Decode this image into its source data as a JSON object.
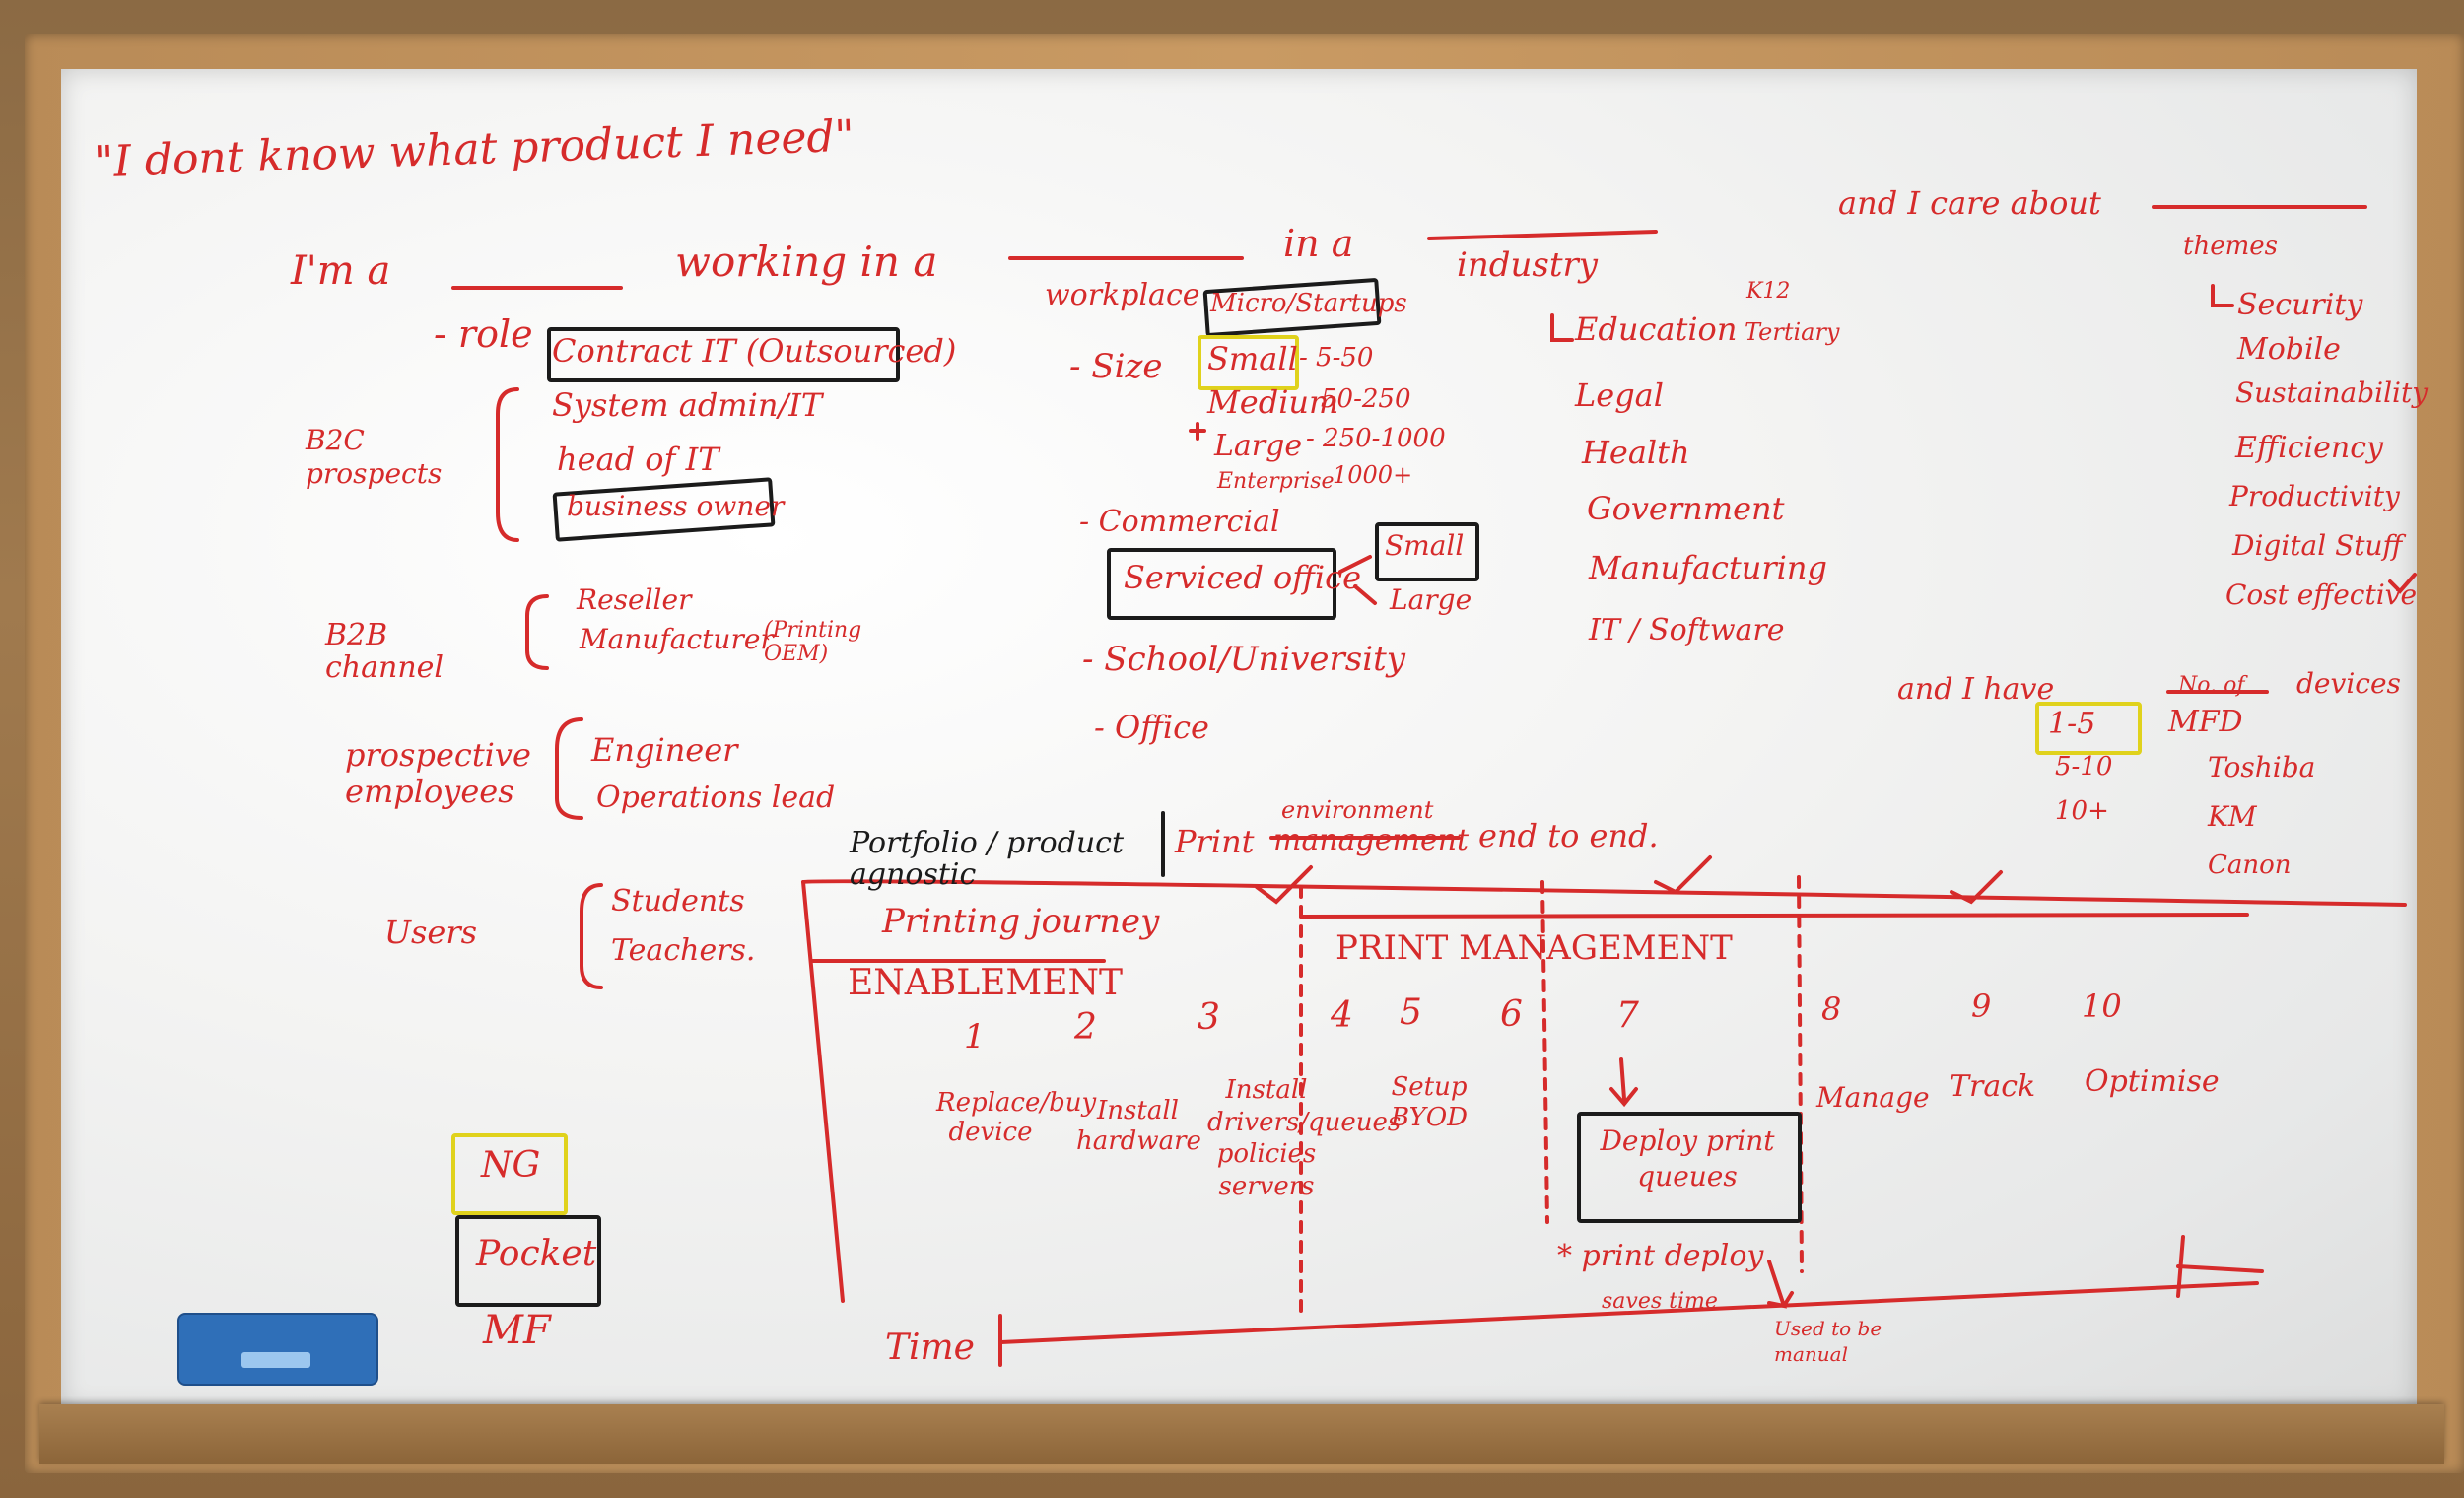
{
  "header": {
    "quote": "\"I dont know what product I need\"",
    "im_a": "I'm a",
    "working_in_a": "working in a",
    "in_a": "in a",
    "and_i_care_about": "and I care about"
  },
  "role": {
    "title": "- role",
    "b2c_label": "B2C prospects",
    "b2c_items": [
      "Contract IT (Outsourced)",
      "System admin/IT",
      "head of IT",
      "business owner"
    ],
    "b2b_label": "B2B channel",
    "b2b_items": [
      "Reseller",
      "Manufacturer"
    ],
    "b2b_note": "(Printing OEM)",
    "prospective_label": "prospective employees",
    "prospective_items": [
      "Engineer",
      "Operations lead"
    ],
    "users_label": "Users",
    "users_items": [
      "Students",
      "Teachers."
    ]
  },
  "workplace": {
    "title": "workplace",
    "size_label": "- Size",
    "sizes": [
      "Micro/Startups",
      "Small",
      "Medium",
      "Large",
      "Enterprise"
    ],
    "size_ranges": [
      "- 5-50",
      "50-250",
      "- 250-1000",
      "1000+"
    ],
    "commercial": "- Commercial",
    "serviced_office": "Serviced office",
    "serviced_small": "Small",
    "serviced_large": "Large",
    "school": "- School/University",
    "office": "- Office"
  },
  "industry": {
    "title": "industry",
    "items": [
      "Education",
      "Legal",
      "Health",
      "Government",
      "Manufacturing",
      "IT / Software"
    ],
    "education_sub": [
      "K12",
      "Tertiary"
    ]
  },
  "themes": {
    "title": "themes",
    "items": [
      "Security",
      "Mobile",
      "Sustainability",
      "Efficiency",
      "Productivity",
      "Digital Stuff",
      "Cost effective"
    ]
  },
  "devices": {
    "lead": "and I have",
    "no_of": "No. of",
    "devices": "devices",
    "counts": [
      "1-5",
      "5-10",
      "10+"
    ],
    "mfd": "MFD",
    "brands": [
      "Toshiba",
      "KM",
      "Canon"
    ]
  },
  "journey": {
    "portfolio": "Portfolio / product agnostic",
    "print_env": "Print",
    "environment": "environment",
    "management_struck": "management",
    "end_to_end": "end to end.",
    "printing_journey": "Printing journey",
    "enablement": "ENABLEMENT",
    "print_management": "PRINT MANAGEMENT",
    "steps": [
      "1",
      "2",
      "3",
      "4",
      "5",
      "6",
      "7",
      "8",
      "9",
      "10"
    ],
    "step_labels": [
      "Replace/buy device",
      "Install hardware",
      "Install drivers/queues policies servers",
      "Setup BYOD",
      "Deploy print queues",
      "Manage",
      "Track",
      "Optimise"
    ],
    "print_deploy": "* print deploy",
    "saves_time": "saves time",
    "used_to_be_manual": "Used to be manual",
    "time": "Time"
  },
  "products": [
    "NG",
    "Pocket",
    "MF"
  ],
  "colors": {
    "marker_red": "#d62b2b",
    "marker_black": "#1b1b1b",
    "highlight_yellow": "#e0d21c",
    "frame_wood": "#c99a63"
  }
}
